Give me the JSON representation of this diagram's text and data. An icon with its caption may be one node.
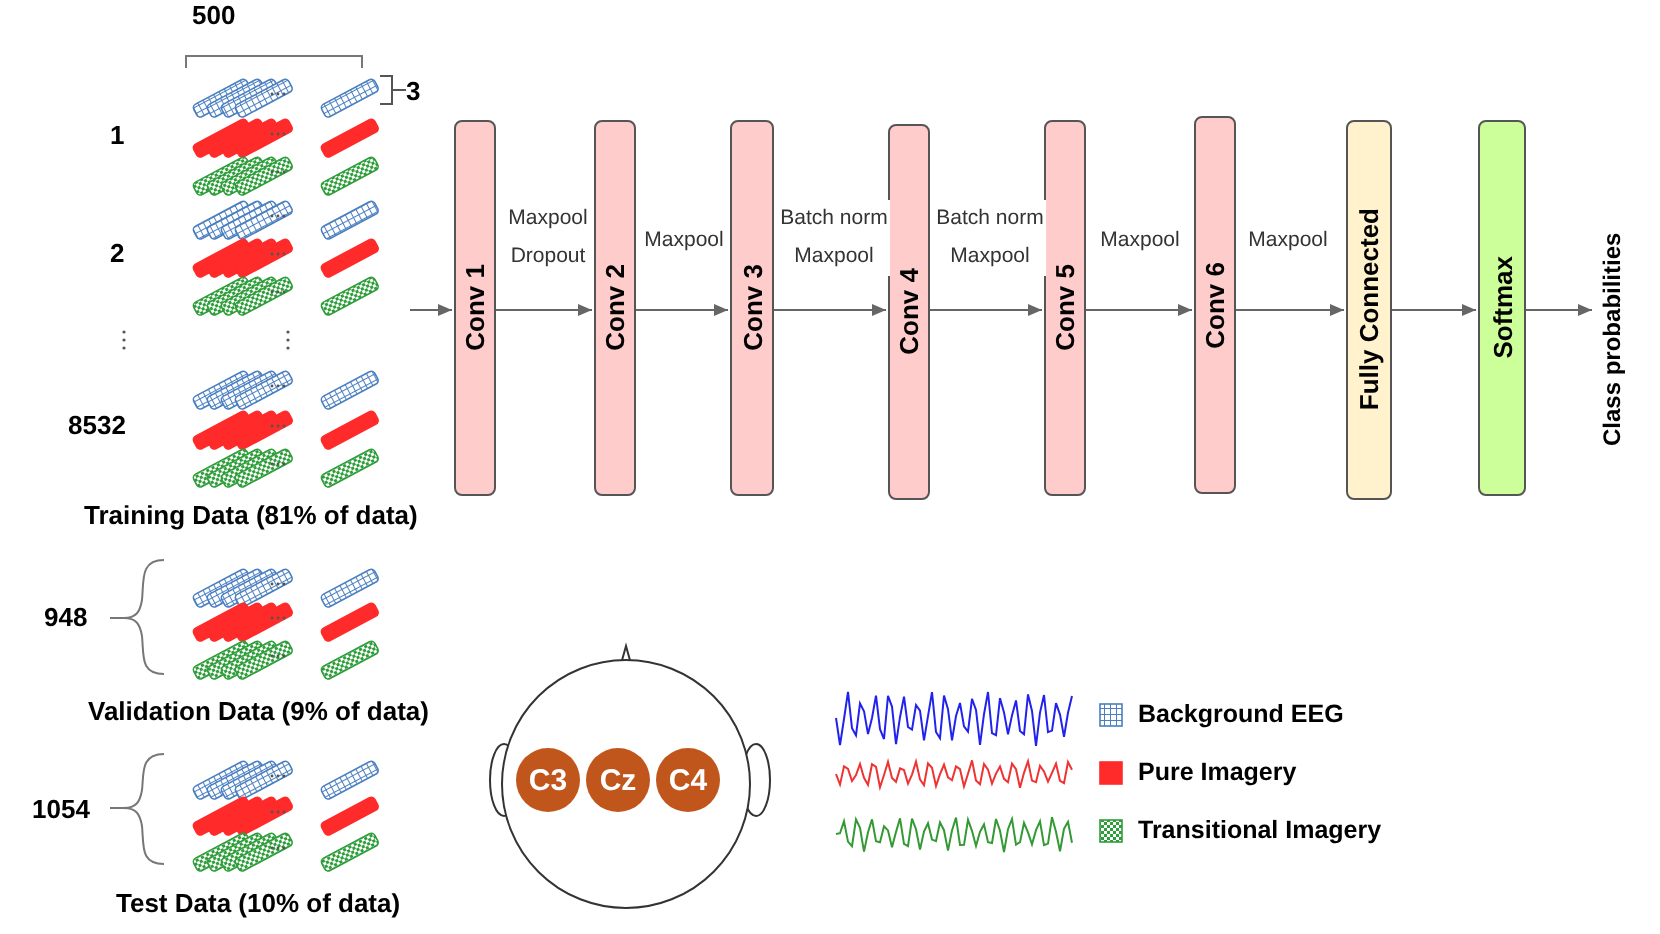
{
  "diagram": {
    "nodes": [
      {
        "text": [
          "Conv 1"
        ]
      },
      {
        "text": [
          "Conv 2"
        ]
      },
      {
        "text": [
          "Conv 3"
        ]
      },
      {
        "text": [
          "Conv 4"
        ]
      },
      {
        "text": [
          "Conv 5"
        ]
      },
      {
        "text": [
          "Conv 6"
        ]
      },
      {
        "text": [
          "Fully Connected"
        ]
      },
      {
        "text": [
          "Softmax"
        ]
      },
      {
        "text": [
          "Class probabilities"
        ]
      },
      {
        "text": [
          "C3"
        ]
      },
      {
        "text": [
          "Cz"
        ]
      },
      {
        "text": [
          "C4"
        ]
      }
    ],
    "edges": [
      {
        "from": null,
        "to": 0,
        "arrow": "to"
      },
      {
        "from": 0,
        "to": 1,
        "arrow": "to",
        "label": "Maxpool Dropout"
      },
      {
        "from": 1,
        "to": 2,
        "arrow": "to",
        "label": "Maxpool"
      },
      {
        "from": 2,
        "to": 3,
        "arrow": "to",
        "label": "Batch norm Maxpool"
      },
      {
        "from": 3,
        "to": 4,
        "arrow": "to",
        "label": "Batch norm Maxpool"
      },
      {
        "from": 4,
        "to": 5,
        "arrow": "to",
        "label": "Maxpool"
      },
      {
        "from": 5,
        "to": 6,
        "arrow": "to",
        "label": "Maxpool"
      },
      {
        "from": 6,
        "to": 7,
        "arrow": "to"
      },
      {
        "from": 7,
        "to": 8,
        "arrow": "to"
      }
    ],
    "labels": [
      "500",
      "3",
      "1",
      "2",
      "8532",
      "Training Data (81% of data)",
      "948",
      "Validation Data (9% of data)",
      "1054",
      "Test Data (10% of data)"
    ],
    "legend": [
      {
        "text": "Background EEG",
        "color": "#4a7fc1"
      },
      {
        "text": "Pure Imagery",
        "color": "#ff2a2a"
      },
      {
        "text": "Transitional Imagery",
        "color": "#2e9e3a"
      }
    ]
  }
}
